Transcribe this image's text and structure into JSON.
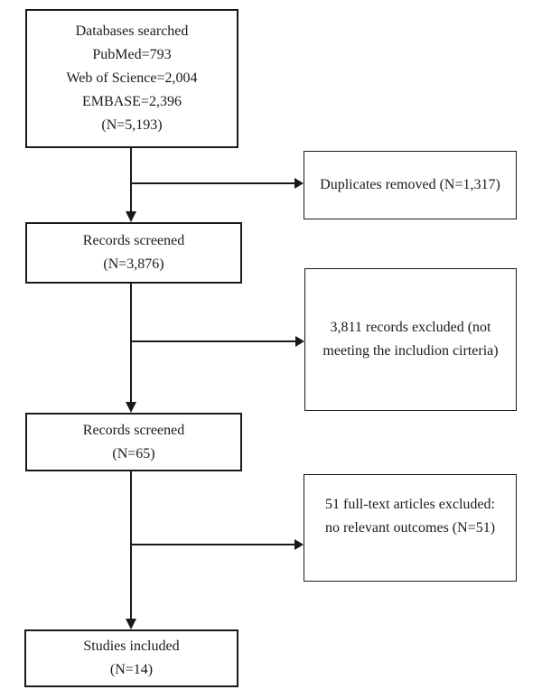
{
  "diagram": {
    "type": "prisma-flowchart",
    "colors": {
      "border": "#1a1a1a",
      "text": "#1b1b1b",
      "background": "#ffffff"
    },
    "boxes": {
      "databases": {
        "lines": [
          "Databases searched",
          "PubMed=793",
          "Web of Science=2,004",
          "EMBASE=2,396",
          "(N=5,193)"
        ]
      },
      "duplicates": {
        "lines": [
          "Duplicates removed (N=1,317)"
        ]
      },
      "screened1": {
        "lines": [
          "Records screened",
          "(N=3,876)"
        ]
      },
      "excluded_records": {
        "lines": [
          "3,811 records excluded (not",
          "meeting the includion cirteria)"
        ]
      },
      "screened2": {
        "lines": [
          "Records screened",
          "(N=65)"
        ]
      },
      "excluded_fulltext": {
        "lines": [
          "51 full-text articles excluded:",
          "no relevant outcomes (N=51)"
        ]
      },
      "included": {
        "lines": [
          "Studies included",
          "(N=14)"
        ]
      }
    }
  }
}
